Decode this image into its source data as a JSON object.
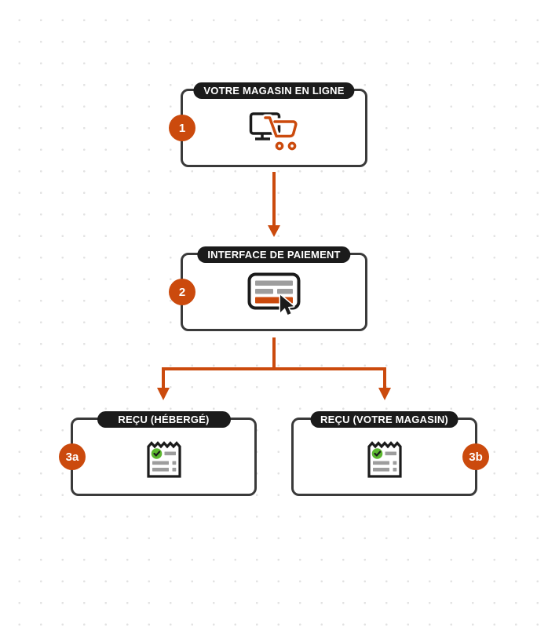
{
  "colors": {
    "accent-orange": "#CB4A0D",
    "ink": "#1B1B1B",
    "box-border": "#3A3A3A",
    "icon-gray": "#9D9D9D",
    "check-green": "#5CB72F",
    "dot-grid": "#E2E2E2",
    "background": "#FFFFFF",
    "pill-text": "#FFFFFF"
  },
  "nodes": [
    {
      "id": "1",
      "badge": "1",
      "badge_side": "left",
      "label": "VOTRE MAGASIN EN LIGNE",
      "icon": "monitor-cart-icon"
    },
    {
      "id": "2",
      "badge": "2",
      "badge_side": "left",
      "label": "INTERFACE DE PAIEMENT",
      "icon": "payment-form-cursor-icon"
    },
    {
      "id": "3a",
      "badge": "3a",
      "badge_side": "left",
      "label": "REÇU (HÉBERGÉ)",
      "icon": "receipt-check-icon"
    },
    {
      "id": "3b",
      "badge": "3b",
      "badge_side": "right",
      "label": "REÇU (VOTRE MAGASIN)",
      "icon": "receipt-check-icon"
    }
  ],
  "connections": [
    {
      "from": "1",
      "to": "2"
    },
    {
      "from": "2",
      "to": "3a"
    },
    {
      "from": "2",
      "to": "3b"
    }
  ]
}
